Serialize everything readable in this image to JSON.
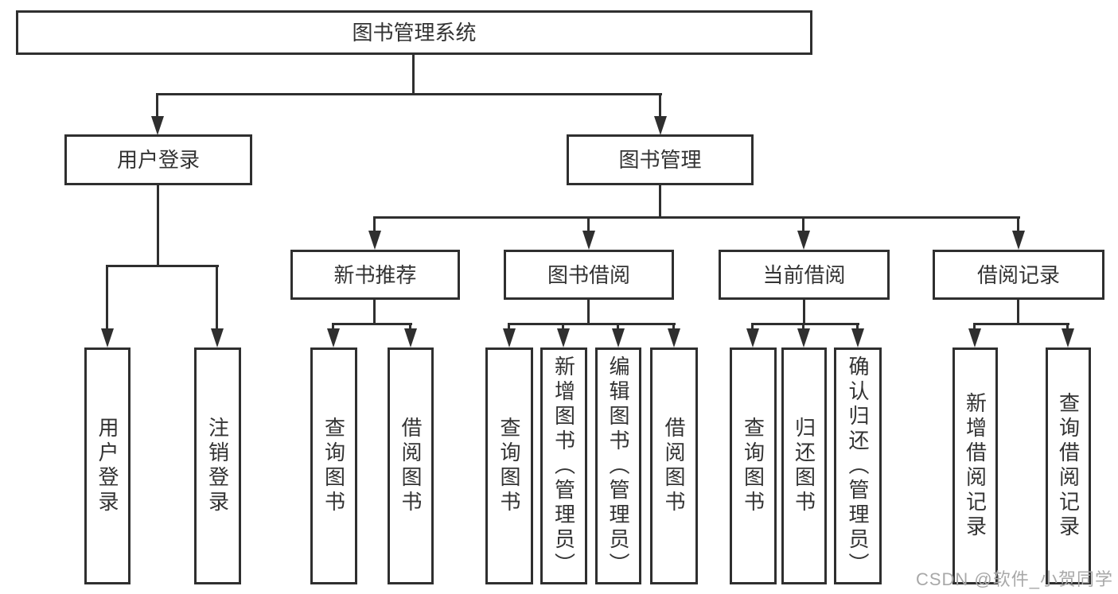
{
  "colors": {
    "line": "#2f2f2f",
    "text": "#333333",
    "background": "#ffffff",
    "watermark": "#a8a8a8"
  },
  "watermark": "CSDN @软件_小贺同学",
  "root": {
    "label": "图书管理系统"
  },
  "user_login": {
    "label": "用户登录",
    "children": [
      {
        "label": "用户登录"
      },
      {
        "label": "注销登录"
      }
    ]
  },
  "book_mgmt": {
    "label": "图书管理",
    "children": [
      {
        "label": "新书推荐",
        "children": [
          {
            "label": "查询图书"
          },
          {
            "label": "借阅图书"
          }
        ]
      },
      {
        "label": "图书借阅",
        "children": [
          {
            "label": "查询图书"
          },
          {
            "label": "新增图书（管理员）"
          },
          {
            "label": "编辑图书（管理员）"
          },
          {
            "label": "借阅图书"
          }
        ]
      },
      {
        "label": "当前借阅",
        "children": [
          {
            "label": "查询图书"
          },
          {
            "label": "归还图书"
          },
          {
            "label": "确认归还（管理员）"
          }
        ]
      },
      {
        "label": "借阅记录",
        "children": [
          {
            "label": "新增借阅记录"
          },
          {
            "label": "查询借阅记录"
          }
        ]
      }
    ]
  }
}
